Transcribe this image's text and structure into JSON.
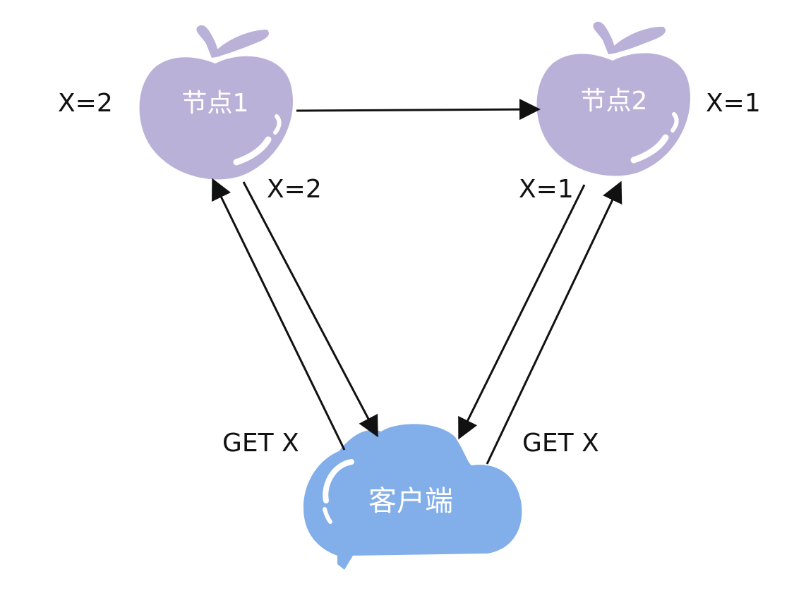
{
  "diagram": {
    "colors": {
      "node_fill": "#bab1d9",
      "client_fill": "#82aeea",
      "arrow": "#111111",
      "highlight": "#ffffff"
    },
    "nodes": [
      {
        "id": "node1",
        "label": "节点1",
        "side_value_label": "X=2"
      },
      {
        "id": "node2",
        "label": "节点2",
        "side_value_label": "X=1"
      }
    ],
    "client": {
      "label": "客户端"
    },
    "edges": [
      {
        "from": "node1",
        "to": "node2",
        "label": ""
      },
      {
        "from": "client",
        "to": "node1",
        "label": "GET X"
      },
      {
        "from": "node1",
        "to": "client",
        "label": "X=2"
      },
      {
        "from": "client",
        "to": "node2",
        "label": "GET X"
      },
      {
        "from": "node2",
        "to": "client",
        "label": "X=1"
      }
    ]
  }
}
